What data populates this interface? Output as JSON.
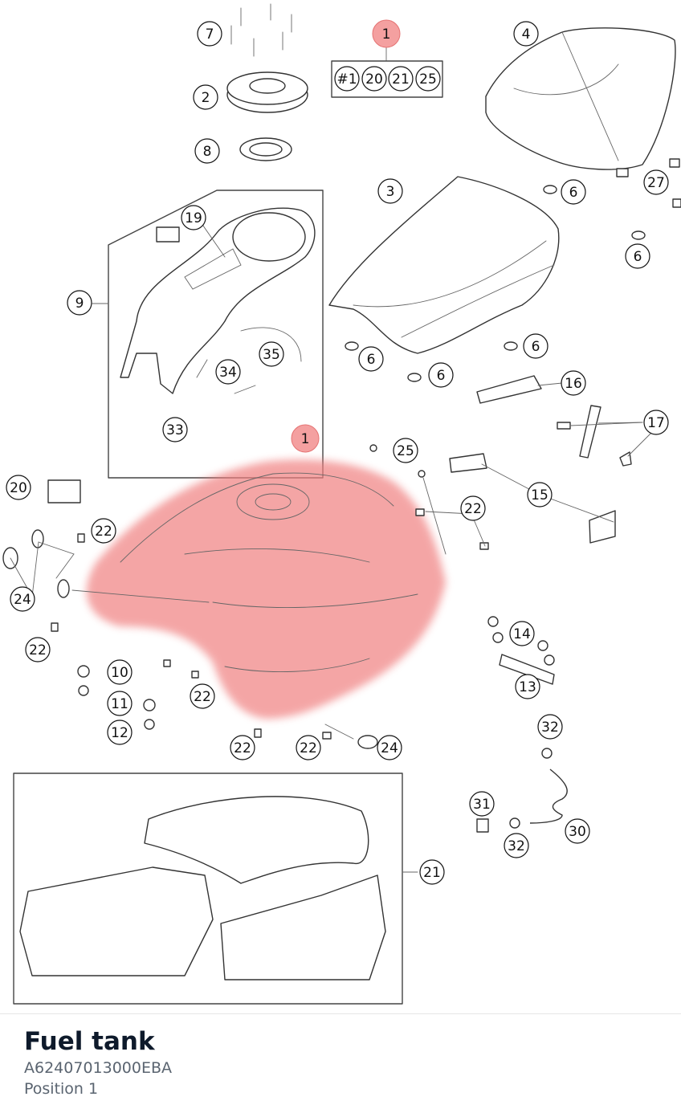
{
  "diagram": {
    "kit_items": [
      "#1",
      "20",
      "21",
      "25"
    ],
    "callouts": [
      {
        "id": "c1-kit",
        "label": "1",
        "highlight": true
      },
      {
        "id": "c1-tank",
        "label": "1",
        "highlight": true
      },
      {
        "id": "c2",
        "label": "2"
      },
      {
        "id": "c3",
        "label": "3"
      },
      {
        "id": "c4",
        "label": "4"
      },
      {
        "id": "c6a",
        "label": "6"
      },
      {
        "id": "c6b",
        "label": "6"
      },
      {
        "id": "c6c",
        "label": "6"
      },
      {
        "id": "c6d",
        "label": "6"
      },
      {
        "id": "c6e",
        "label": "6"
      },
      {
        "id": "c7",
        "label": "7"
      },
      {
        "id": "c8",
        "label": "8"
      },
      {
        "id": "c9",
        "label": "9"
      },
      {
        "id": "c10",
        "label": "10"
      },
      {
        "id": "c11",
        "label": "11"
      },
      {
        "id": "c12",
        "label": "12"
      },
      {
        "id": "c13",
        "label": "13"
      },
      {
        "id": "c14",
        "label": "14"
      },
      {
        "id": "c15",
        "label": "15"
      },
      {
        "id": "c16",
        "label": "16"
      },
      {
        "id": "c17",
        "label": "17"
      },
      {
        "id": "c19",
        "label": "19"
      },
      {
        "id": "c20",
        "label": "20"
      },
      {
        "id": "c21",
        "label": "21"
      },
      {
        "id": "c22a",
        "label": "22"
      },
      {
        "id": "c22b",
        "label": "22"
      },
      {
        "id": "c22c",
        "label": "22"
      },
      {
        "id": "c22d",
        "label": "22"
      },
      {
        "id": "c22e",
        "label": "22"
      },
      {
        "id": "c22f",
        "label": "22"
      },
      {
        "id": "c24a",
        "label": "24"
      },
      {
        "id": "c24b",
        "label": "24"
      },
      {
        "id": "c25",
        "label": "25"
      },
      {
        "id": "c27",
        "label": "27"
      },
      {
        "id": "c30",
        "label": "30"
      },
      {
        "id": "c31",
        "label": "31"
      },
      {
        "id": "c32a",
        "label": "32"
      },
      {
        "id": "c32b",
        "label": "32"
      },
      {
        "id": "c33",
        "label": "33"
      },
      {
        "id": "c34",
        "label": "34"
      },
      {
        "id": "c35",
        "label": "35"
      }
    ],
    "highlight_color": "#f08080"
  },
  "footer": {
    "title": "Fuel tank",
    "part_number": "A62407013000EBA",
    "position": "Position 1"
  }
}
